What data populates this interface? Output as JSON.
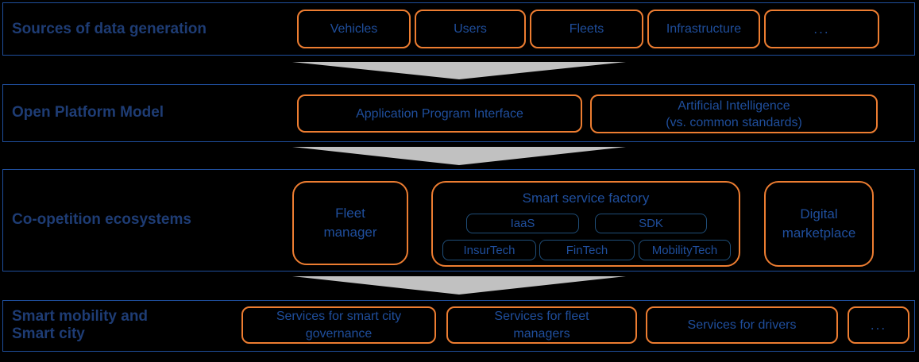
{
  "colors": {
    "background": "#000000",
    "band_border": "#1F4E9C",
    "band_label_text": "#1E3C74",
    "box_border_orange": "#ED7D31",
    "box_text_blue": "#1F4E9C",
    "inner_box_border_blue": "#1F4E79",
    "arrow_gray": "#C1C1C1"
  },
  "bands": [
    {
      "label": "Sources of data generation",
      "boxes": [
        {
          "label": "Vehicles"
        },
        {
          "label": "Users"
        },
        {
          "label": "Fleets"
        },
        {
          "label": "Infrastructure"
        },
        {
          "label": "..."
        }
      ]
    },
    {
      "label": "Open Platform Model",
      "boxes": [
        {
          "label": "Application Program Interface"
        },
        {
          "label": "Artificial Intelligence",
          "sublabel": "(vs. common standards)"
        }
      ]
    },
    {
      "label": "Co-opetition ecosystems",
      "fleet_manager": {
        "label": "Fleet manager"
      },
      "smart_service_factory": {
        "title": "Smart service factory",
        "row1": [
          {
            "label": "IaaS"
          },
          {
            "label": "SDK"
          }
        ],
        "row2": [
          {
            "label": "InsurTech"
          },
          {
            "label": "FinTech"
          },
          {
            "label": "MobilityTech"
          }
        ]
      },
      "digital_marketplace": {
        "label": "Digital marketplace"
      }
    },
    {
      "label": "Smart mobility and Smart city",
      "boxes": [
        {
          "label": "Services for smart city governance"
        },
        {
          "label": "Services for fleet managers"
        },
        {
          "label": "Services for drivers"
        },
        {
          "label": "..."
        }
      ]
    }
  ]
}
